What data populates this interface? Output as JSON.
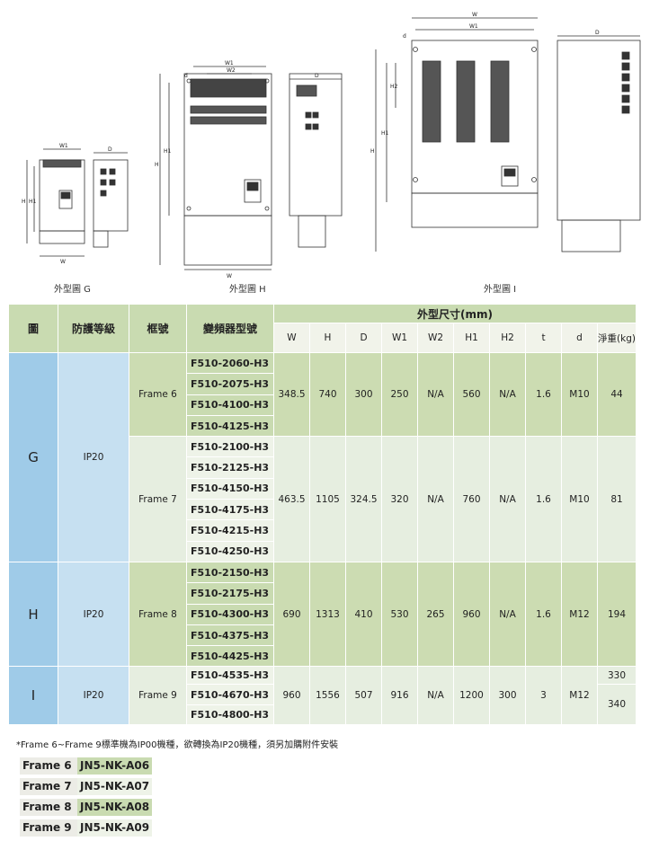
{
  "captions": {
    "g": "外型圖 G",
    "h": "外型圖 H",
    "i": "外型圖 I"
  },
  "drawing_labels": {
    "w": "W",
    "w1": "W1",
    "w2": "W2",
    "h": "H",
    "h1": "H1",
    "h2": "H2",
    "d": "D",
    "small_d": "d"
  },
  "table": {
    "h_fig": "圖",
    "h_prot": "防護等級",
    "h_frame": "框號",
    "h_model": "變頻器型號",
    "h_dims": "外型尺寸(mm)",
    "dims": [
      "W",
      "H",
      "D",
      "W1",
      "W2",
      "H1",
      "H2",
      "t",
      "d"
    ],
    "h_weight": "淨重(kg)",
    "groups": [
      {
        "fig": "G",
        "prot": "IP20"
      },
      {
        "fig": "H",
        "prot": "IP20"
      },
      {
        "fig": "I",
        "prot": "IP20"
      }
    ],
    "frames": [
      {
        "name": "Frame 6",
        "models": [
          "F510-2060-H3",
          "F510-2075-H3",
          "F510-4100-H3",
          "F510-4125-H3"
        ],
        "vals": [
          "348.5",
          "740",
          "300",
          "250",
          "N/A",
          "560",
          "N/A",
          "1.6",
          "M10"
        ],
        "weight": [
          "44"
        ]
      },
      {
        "name": "Frame 7",
        "models": [
          "F510-2100-H3",
          "F510-2125-H3",
          "F510-4150-H3",
          "F510-4175-H3",
          "F510-4215-H3",
          "F510-4250-H3"
        ],
        "vals": [
          "463.5",
          "1105",
          "324.5",
          "320",
          "N/A",
          "760",
          "N/A",
          "1.6",
          "M10"
        ],
        "weight": [
          "81"
        ]
      },
      {
        "name": "Frame 8",
        "models": [
          "F510-2150-H3",
          "F510-2175-H3",
          "F510-4300-H3",
          "F510-4375-H3",
          "F510-4425-H3"
        ],
        "vals": [
          "690",
          "1313",
          "410",
          "530",
          "265",
          "960",
          "N/A",
          "1.6",
          "M12"
        ],
        "weight": [
          "194"
        ]
      },
      {
        "name": "Frame 9",
        "models": [
          "F510-4535-H3",
          "F510-4670-H3",
          "F510-4800-H3"
        ],
        "vals": [
          "960",
          "1556",
          "507",
          "916",
          "N/A",
          "1200",
          "300",
          "3",
          "M12"
        ],
        "weight": [
          "330",
          "340"
        ]
      }
    ]
  },
  "note": "*Frame 6~Frame 9標準機為IP00機種，欲轉換為IP20機種，須另加購附件安裝",
  "kits": [
    {
      "frame": "Frame 6",
      "part": "JN5-NK-A06"
    },
    {
      "frame": "Frame 7",
      "part": "JN5-NK-A07"
    },
    {
      "frame": "Frame 8",
      "part": "JN5-NK-A08"
    },
    {
      "frame": "Frame 9",
      "part": "JN5-NK-A09"
    }
  ]
}
